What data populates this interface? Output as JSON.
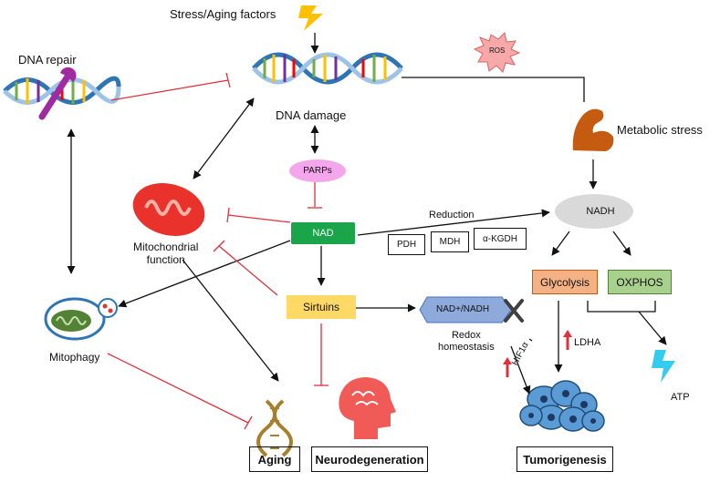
{
  "labels": {
    "stress": "Stress/Aging factors",
    "dna_repair": "DNA repair",
    "dna_damage": "DNA damage",
    "ros": "ROS",
    "metabolic_stress": "Metabolic stress",
    "parps": "PARPs",
    "nad": "NAD",
    "nadh": "NADH",
    "reduction": "Reduction",
    "pdh": "PDH",
    "mdh": "MDH",
    "akgdh": "α-KGDH",
    "mito_function": "Mitochondrial\nfunction",
    "mitophagy": "Mitophagy",
    "sirtuins": "Sirtuins",
    "nad_nadh": "NAD+/NADH",
    "redox": "Redox\nhomeostasis",
    "hif1a": "HIF1α",
    "glycolysis": "Glycolysis",
    "oxphos": "OXPHOS",
    "ldha": "LDHA",
    "atp": "ATP",
    "aging": "Aging",
    "neurodegeneration": "Neurodegeneration",
    "tumorigenesis": "Tumorigenesis"
  },
  "colors": {
    "activation": "#111111",
    "inhibition": "#e0303a",
    "nad_box": "#1aa54a",
    "sirtuins_box": "#ffd966",
    "parps_oval": "#f3a6ec",
    "nadh_oval": "#d9d9d9",
    "glycolysis_box": "#f4b183",
    "oxphos_box": "#a9d18e",
    "nad_nadh_tag": "#8eaadb",
    "ros_burst": "#f7a8a8",
    "bolt": "#ffc000",
    "atp_bolt": "#33ccee",
    "muscle": "#c55a11",
    "up_arrow": "#e0303a"
  }
}
